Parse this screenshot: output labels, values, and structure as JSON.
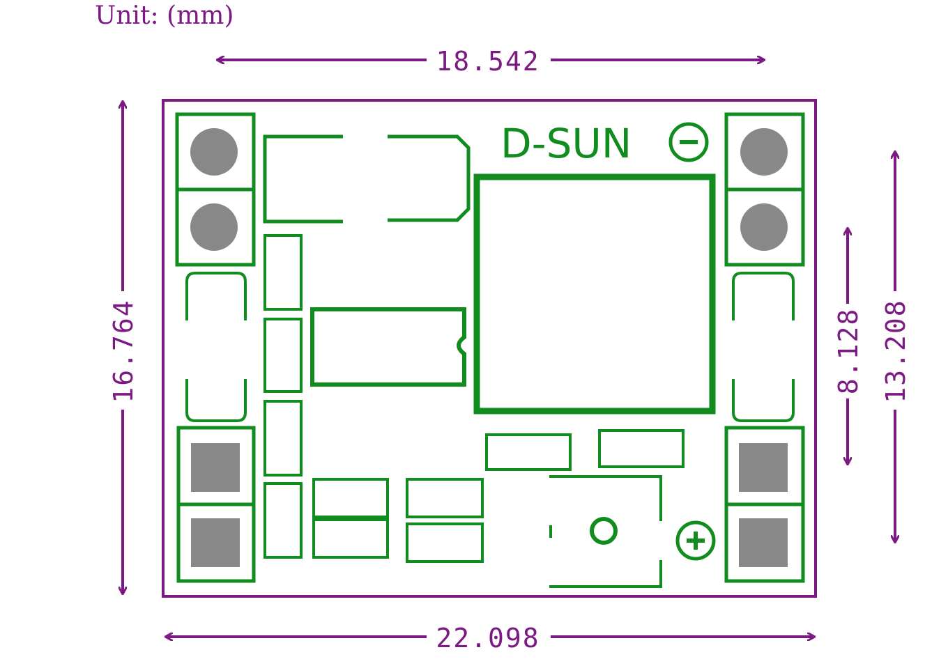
{
  "colors": {
    "dimension": "#7a1a82",
    "silkscreen": "#118c1e",
    "pad": "#888888",
    "background": "#ffffff"
  },
  "unit_label": "Unit: (mm)",
  "brand": "D-SUN",
  "polarity": {
    "negative": "−",
    "positive": "+"
  },
  "dimensions": {
    "top_width": "18.542",
    "bottom_width": "22.098",
    "left_height": "16.764",
    "right_inner": "8.128",
    "right_outer": "13.208"
  }
}
